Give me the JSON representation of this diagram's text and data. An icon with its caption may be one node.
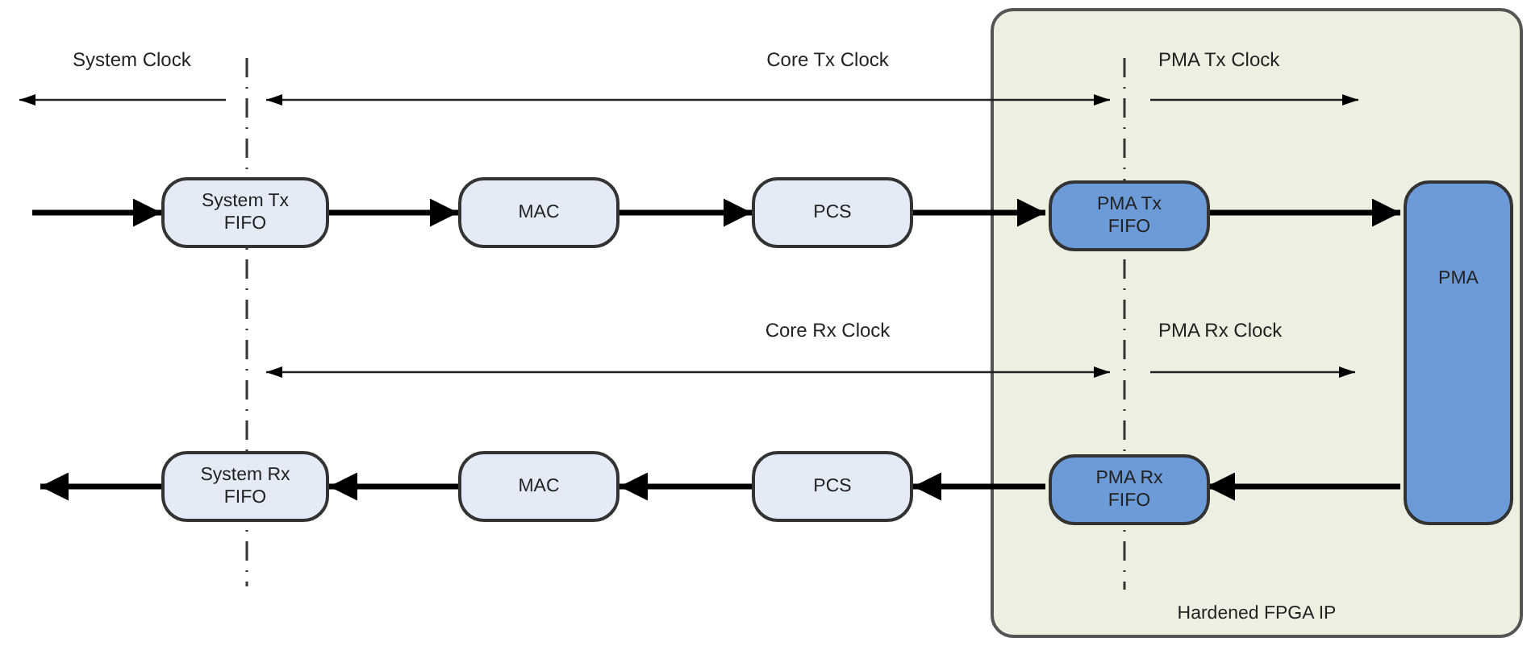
{
  "diagram": {
    "nodes": [
      {
        "text": [
          "Hardened FPGA IP"
        ]
      },
      {
        "text": [
          "System Tx FIFO"
        ]
      },
      {
        "text": [
          "MAC"
        ]
      },
      {
        "text": [
          "PCS"
        ]
      },
      {
        "text": [
          "PMA Tx FIFO"
        ],
        "in": 0
      },
      {
        "text": [
          "PMA"
        ],
        "in": 0
      },
      {
        "text": [
          "System Rx FIFO"
        ]
      },
      {
        "text": [
          "MAC"
        ]
      },
      {
        "text": [
          "PCS"
        ]
      },
      {
        "text": [
          "PMA Rx FIFO"
        ],
        "in": 0
      }
    ],
    "edges": [
      {
        "from": null,
        "to": 1,
        "arrow": "to"
      },
      {
        "from": 1,
        "to": 2,
        "arrow": "to"
      },
      {
        "from": 2,
        "to": 3,
        "arrow": "to"
      },
      {
        "from": 3,
        "to": 4,
        "arrow": "to"
      },
      {
        "from": 4,
        "to": 5,
        "arrow": "to"
      },
      {
        "from": 5,
        "to": 9,
        "arrow": "to"
      },
      {
        "from": 9,
        "to": 8,
        "arrow": "to"
      },
      {
        "from": 8,
        "to": 7,
        "arrow": "to"
      },
      {
        "from": 7,
        "to": 6,
        "arrow": "to"
      },
      {
        "from": 6,
        "to": null,
        "arrow": "to"
      }
    ],
    "labels": [
      "System Clock",
      "Core Tx Clock",
      "PMA Tx Clock",
      "Core Rx Clock",
      "PMA Rx Clock"
    ]
  }
}
